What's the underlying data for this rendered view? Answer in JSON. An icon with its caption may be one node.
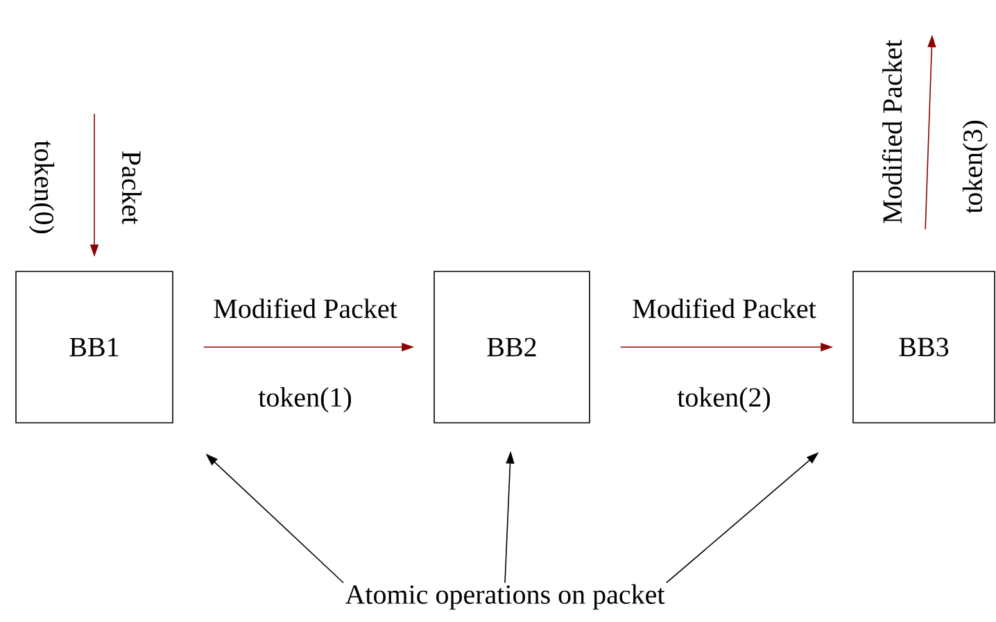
{
  "diagram": {
    "nodes": [
      {
        "text": [
          "BB1"
        ]
      },
      {
        "text": [
          "BB2"
        ]
      },
      {
        "text": [
          "BB3"
        ]
      },
      {
        "text": [
          "Atomic operations on packet"
        ]
      }
    ],
    "edges": [
      {
        "from": null,
        "to": 0,
        "arrow": "to",
        "label": "Packet"
      },
      {
        "from": 0,
        "to": 1,
        "arrow": "to",
        "label": "Modified Packet"
      },
      {
        "from": 1,
        "to": 2,
        "arrow": "to",
        "label": "Modified Packet"
      },
      {
        "from": 2,
        "to": null,
        "arrow": "to",
        "label": "Modified Packet"
      },
      {
        "from": 3,
        "to": 0,
        "arrow": "to",
        "color": "#000000"
      },
      {
        "from": 3,
        "to": 1,
        "arrow": "to",
        "color": "#000000"
      },
      {
        "from": 3,
        "to": 2,
        "arrow": "to",
        "color": "#000000"
      }
    ],
    "labels": [
      "token(0)",
      "token(1)",
      "token(2)",
      "token(3)"
    ]
  }
}
